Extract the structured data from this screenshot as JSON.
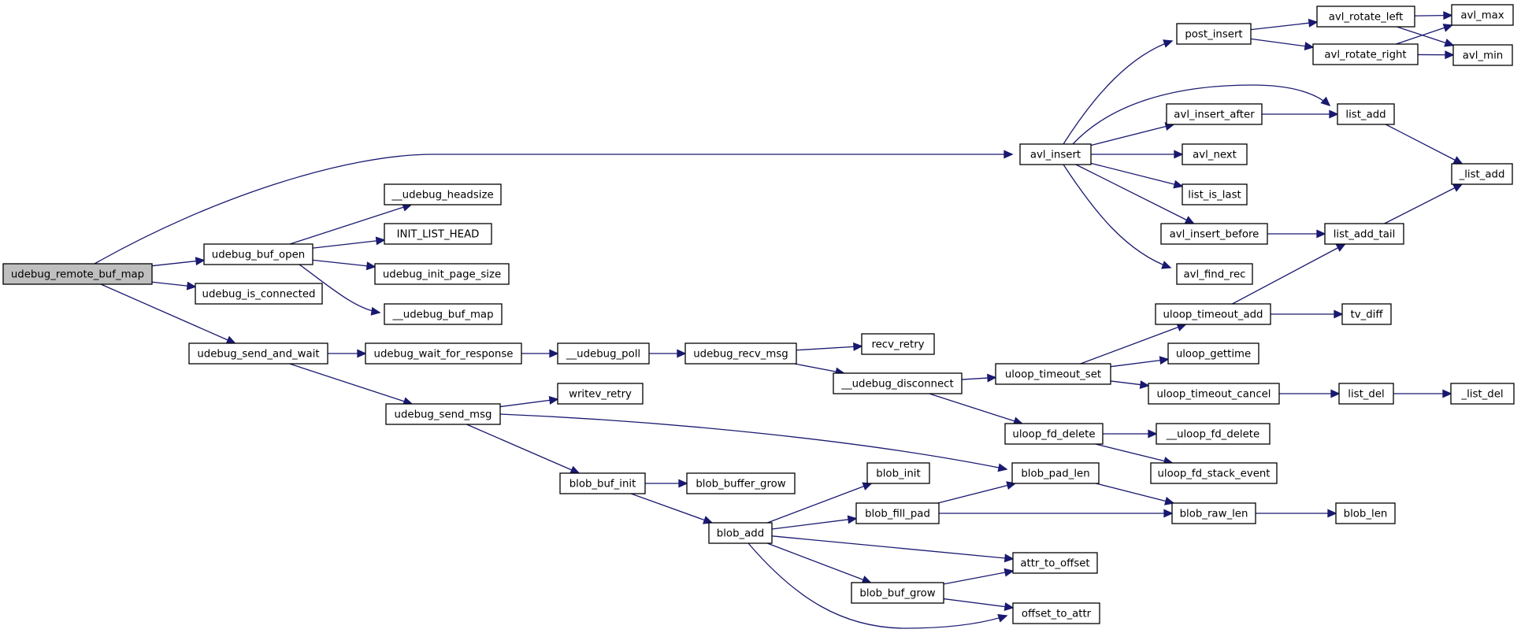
{
  "root": "udebug_remote_buf_map",
  "colors": {
    "edge": "#191970",
    "root_fill": "#bfbfbf",
    "node_fill": "#ffffff",
    "border": "#000000"
  },
  "nodes": [
    {
      "id": "udebug_remote_buf_map",
      "label": "udebug_remote_buf_map"
    },
    {
      "id": "udebug_buf_open",
      "label": "udebug_buf_open"
    },
    {
      "id": "udebug_is_connected",
      "label": "udebug_is_connected"
    },
    {
      "id": "udebug_send_and_wait",
      "label": "udebug_send_and_wait"
    },
    {
      "id": "avl_insert",
      "label": "avl_insert"
    },
    {
      "id": "__udebug_headsize",
      "label": "__udebug_headsize"
    },
    {
      "id": "INIT_LIST_HEAD",
      "label": "INIT_LIST_HEAD"
    },
    {
      "id": "udebug_init_page_size",
      "label": "udebug_init_page_size"
    },
    {
      "id": "__udebug_buf_map",
      "label": "__udebug_buf_map"
    },
    {
      "id": "udebug_wait_for_response",
      "label": "udebug_wait_for_response"
    },
    {
      "id": "udebug_send_msg",
      "label": "udebug_send_msg"
    },
    {
      "id": "__udebug_poll",
      "label": "__udebug_poll"
    },
    {
      "id": "writev_retry",
      "label": "writev_retry"
    },
    {
      "id": "blob_buf_init",
      "label": "blob_buf_init"
    },
    {
      "id": "blob_buffer_grow",
      "label": "blob_buffer_grow"
    },
    {
      "id": "udebug_recv_msg",
      "label": "udebug_recv_msg"
    },
    {
      "id": "recv_retry",
      "label": "recv_retry"
    },
    {
      "id": "__udebug_disconnect",
      "label": "__udebug_disconnect"
    },
    {
      "id": "blob_add",
      "label": "blob_add"
    },
    {
      "id": "blob_init",
      "label": "blob_init"
    },
    {
      "id": "blob_fill_pad",
      "label": "blob_fill_pad"
    },
    {
      "id": "blob_buf_grow",
      "label": "blob_buf_grow"
    },
    {
      "id": "uloop_timeout_set",
      "label": "uloop_timeout_set"
    },
    {
      "id": "uloop_fd_delete",
      "label": "uloop_fd_delete"
    },
    {
      "id": "blob_pad_len",
      "label": "blob_pad_len"
    },
    {
      "id": "attr_to_offset",
      "label": "attr_to_offset"
    },
    {
      "id": "offset_to_attr",
      "label": "offset_to_attr"
    },
    {
      "id": "uloop_timeout_add",
      "label": "uloop_timeout_add"
    },
    {
      "id": "uloop_gettime",
      "label": "uloop_gettime"
    },
    {
      "id": "uloop_timeout_cancel",
      "label": "uloop_timeout_cancel"
    },
    {
      "id": "__uloop_fd_delete",
      "label": "__uloop_fd_delete"
    },
    {
      "id": "uloop_fd_stack_event",
      "label": "uloop_fd_stack_event"
    },
    {
      "id": "blob_raw_len",
      "label": "blob_raw_len"
    },
    {
      "id": "post_insert",
      "label": "post_insert"
    },
    {
      "id": "avl_insert_after",
      "label": "avl_insert_after"
    },
    {
      "id": "avl_next",
      "label": "avl_next"
    },
    {
      "id": "list_is_last",
      "label": "list_is_last"
    },
    {
      "id": "avl_insert_before",
      "label": "avl_insert_before"
    },
    {
      "id": "avl_find_rec",
      "label": "avl_find_rec"
    },
    {
      "id": "tv_diff",
      "label": "tv_diff"
    },
    {
      "id": "list_del",
      "label": "list_del"
    },
    {
      "id": "avl_rotate_left",
      "label": "avl_rotate_left"
    },
    {
      "id": "avl_rotate_right",
      "label": "avl_rotate_right"
    },
    {
      "id": "list_add",
      "label": "list_add"
    },
    {
      "id": "list_add_tail",
      "label": "list_add_tail"
    },
    {
      "id": "blob_len",
      "label": "blob_len"
    },
    {
      "id": "avl_max",
      "label": "avl_max"
    },
    {
      "id": "avl_min",
      "label": "avl_min"
    },
    {
      "id": "_list_add",
      "label": "_list_add"
    },
    {
      "id": "_list_del",
      "label": "_list_del"
    }
  ],
  "edges": [
    [
      "udebug_remote_buf_map",
      "avl_insert"
    ],
    [
      "udebug_remote_buf_map",
      "udebug_buf_open"
    ],
    [
      "udebug_remote_buf_map",
      "udebug_is_connected"
    ],
    [
      "udebug_remote_buf_map",
      "udebug_send_and_wait"
    ],
    [
      "udebug_buf_open",
      "__udebug_headsize"
    ],
    [
      "udebug_buf_open",
      "INIT_LIST_HEAD"
    ],
    [
      "udebug_buf_open",
      "udebug_init_page_size"
    ],
    [
      "udebug_buf_open",
      "__udebug_buf_map"
    ],
    [
      "udebug_send_and_wait",
      "udebug_wait_for_response"
    ],
    [
      "udebug_send_and_wait",
      "udebug_send_msg"
    ],
    [
      "udebug_wait_for_response",
      "__udebug_poll"
    ],
    [
      "__udebug_poll",
      "udebug_recv_msg"
    ],
    [
      "udebug_recv_msg",
      "recv_retry"
    ],
    [
      "udebug_recv_msg",
      "__udebug_disconnect"
    ],
    [
      "__udebug_disconnect",
      "uloop_timeout_set"
    ],
    [
      "__udebug_disconnect",
      "uloop_fd_delete"
    ],
    [
      "udebug_send_msg",
      "writev_retry"
    ],
    [
      "udebug_send_msg",
      "blob_buf_init"
    ],
    [
      "udebug_send_msg",
      "blob_pad_len"
    ],
    [
      "blob_buf_init",
      "blob_buffer_grow"
    ],
    [
      "blob_buf_init",
      "blob_add"
    ],
    [
      "blob_add",
      "blob_init"
    ],
    [
      "blob_add",
      "blob_fill_pad"
    ],
    [
      "blob_add",
      "attr_to_offset"
    ],
    [
      "blob_add",
      "blob_buf_grow"
    ],
    [
      "blob_add",
      "offset_to_attr"
    ],
    [
      "blob_fill_pad",
      "blob_pad_len"
    ],
    [
      "blob_fill_pad",
      "blob_raw_len"
    ],
    [
      "blob_buf_grow",
      "attr_to_offset"
    ],
    [
      "blob_buf_grow",
      "offset_to_attr"
    ],
    [
      "blob_pad_len",
      "blob_raw_len"
    ],
    [
      "blob_raw_len",
      "blob_len"
    ],
    [
      "uloop_timeout_set",
      "uloop_timeout_add"
    ],
    [
      "uloop_timeout_set",
      "uloop_gettime"
    ],
    [
      "uloop_timeout_set",
      "uloop_timeout_cancel"
    ],
    [
      "uloop_fd_delete",
      "__uloop_fd_delete"
    ],
    [
      "uloop_fd_delete",
      "uloop_fd_stack_event"
    ],
    [
      "uloop_timeout_add",
      "list_add_tail"
    ],
    [
      "uloop_timeout_add",
      "tv_diff"
    ],
    [
      "uloop_timeout_cancel",
      "list_del"
    ],
    [
      "list_del",
      "_list_del"
    ],
    [
      "avl_insert",
      "post_insert"
    ],
    [
      "avl_insert",
      "list_add"
    ],
    [
      "avl_insert",
      "avl_insert_after"
    ],
    [
      "avl_insert",
      "avl_next"
    ],
    [
      "avl_insert",
      "list_is_last"
    ],
    [
      "avl_insert",
      "avl_insert_before"
    ],
    [
      "avl_insert",
      "avl_find_rec"
    ],
    [
      "post_insert",
      "avl_rotate_left"
    ],
    [
      "post_insert",
      "avl_rotate_right"
    ],
    [
      "avl_rotate_left",
      "avl_max"
    ],
    [
      "avl_rotate_left",
      "avl_min"
    ],
    [
      "avl_rotate_right",
      "avl_max"
    ],
    [
      "avl_rotate_right",
      "avl_min"
    ],
    [
      "avl_insert_after",
      "list_add"
    ],
    [
      "avl_insert_before",
      "list_add_tail"
    ],
    [
      "list_add",
      "_list_add"
    ],
    [
      "list_add_tail",
      "_list_add"
    ]
  ]
}
